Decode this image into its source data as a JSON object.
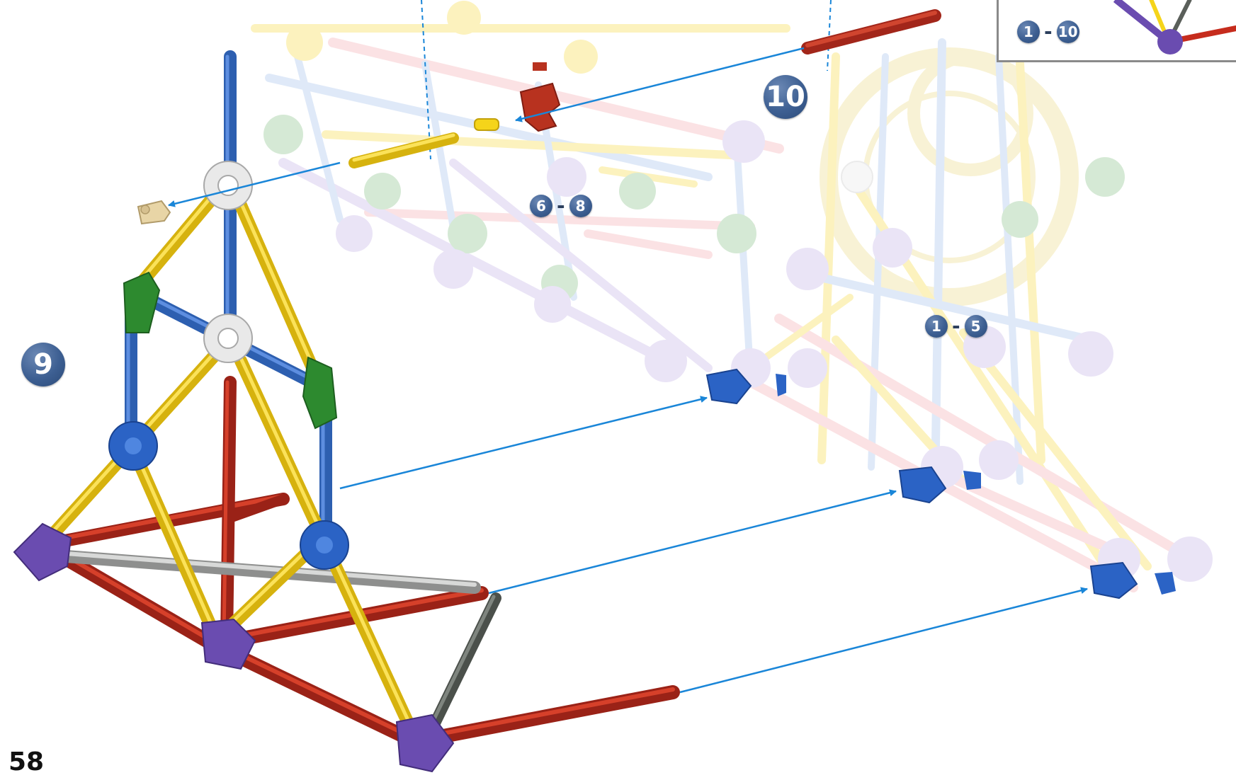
{
  "page_number": "58",
  "steps": {
    "step9": "9",
    "step10": "10"
  },
  "references": {
    "r1": {
      "from": "6",
      "to": "8"
    },
    "r2": {
      "from": "1",
      "to": "5"
    },
    "r3": {
      "from": "1",
      "to": "10"
    }
  },
  "separator": "-",
  "colors": {
    "rod_red": "#c62c1d",
    "rod_yellow": "#f5d41a",
    "rod_blue": "#3a6fc4",
    "rod_gray": "#a9aaa9",
    "rod_dark_gray": "#5a5f5a",
    "connector_purple": "#6a4cb0",
    "connector_blue": "#2b63c5",
    "connector_green": "#2d8a2f",
    "connector_white": "#e4e4e4",
    "arrow": "#1a86d8",
    "badge": "#3d5f92"
  }
}
